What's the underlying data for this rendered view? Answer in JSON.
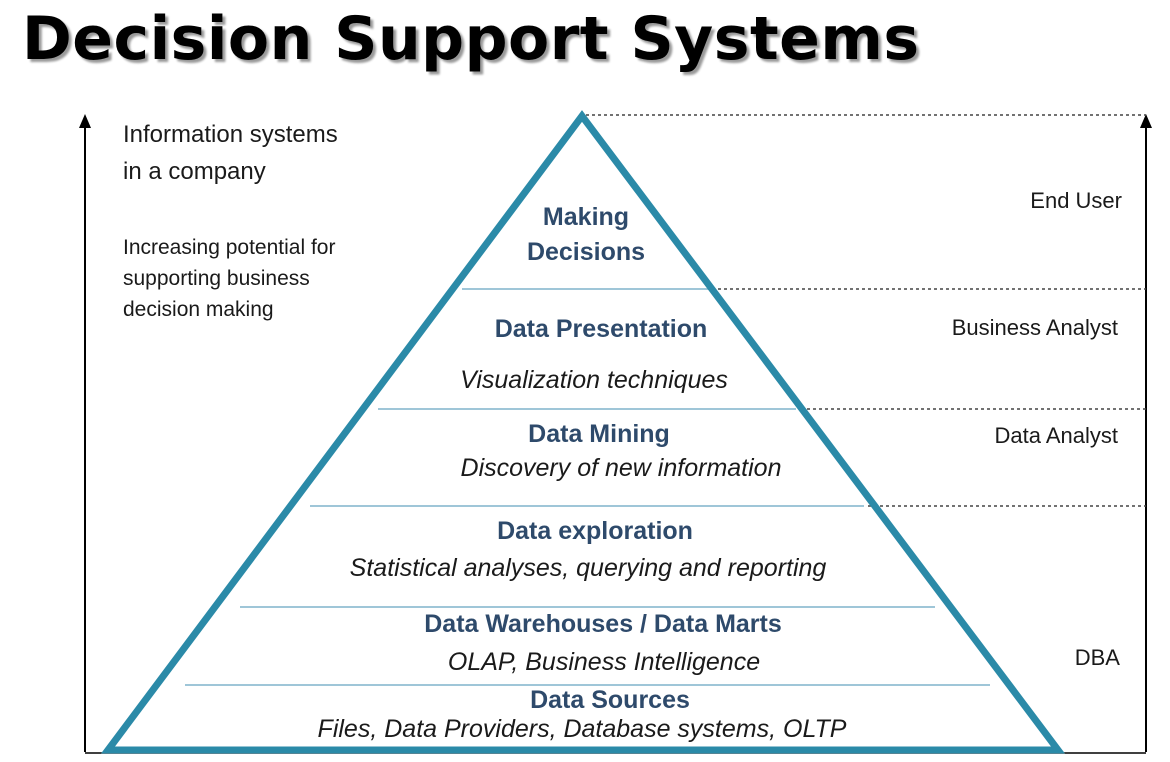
{
  "title": "Decision Support Systems",
  "left_axis": {
    "label_line1": "Information systems",
    "label_line2": "in a company",
    "note_line1": "Increasing potential for",
    "note_line2": "supporting business",
    "note_line3": "decision making"
  },
  "levels": [
    {
      "title_line1": "Making",
      "title_line2": "Decisions"
    },
    {
      "title": "Data Presentation",
      "subtitle": "Visualization techniques"
    },
    {
      "title": "Data Mining",
      "subtitle": "Discovery of new information"
    },
    {
      "title": "Data exploration",
      "subtitle": "Statistical analyses, querying and reporting"
    },
    {
      "title": "Data Warehouses / Data Marts",
      "subtitle": "OLAP, Business Intelligence"
    },
    {
      "title": "Data Sources",
      "subtitle": "Files, Data Providers, Database systems, OLTP"
    }
  ],
  "roles": [
    "End User",
    "Business Analyst",
    "Data Analyst",
    "DBA"
  ],
  "colors": {
    "pyramid_outline": "#2b8aa8",
    "level_divider": "#9fc6d8",
    "level_title": "#2e4a6b",
    "arrow": "#000000"
  }
}
